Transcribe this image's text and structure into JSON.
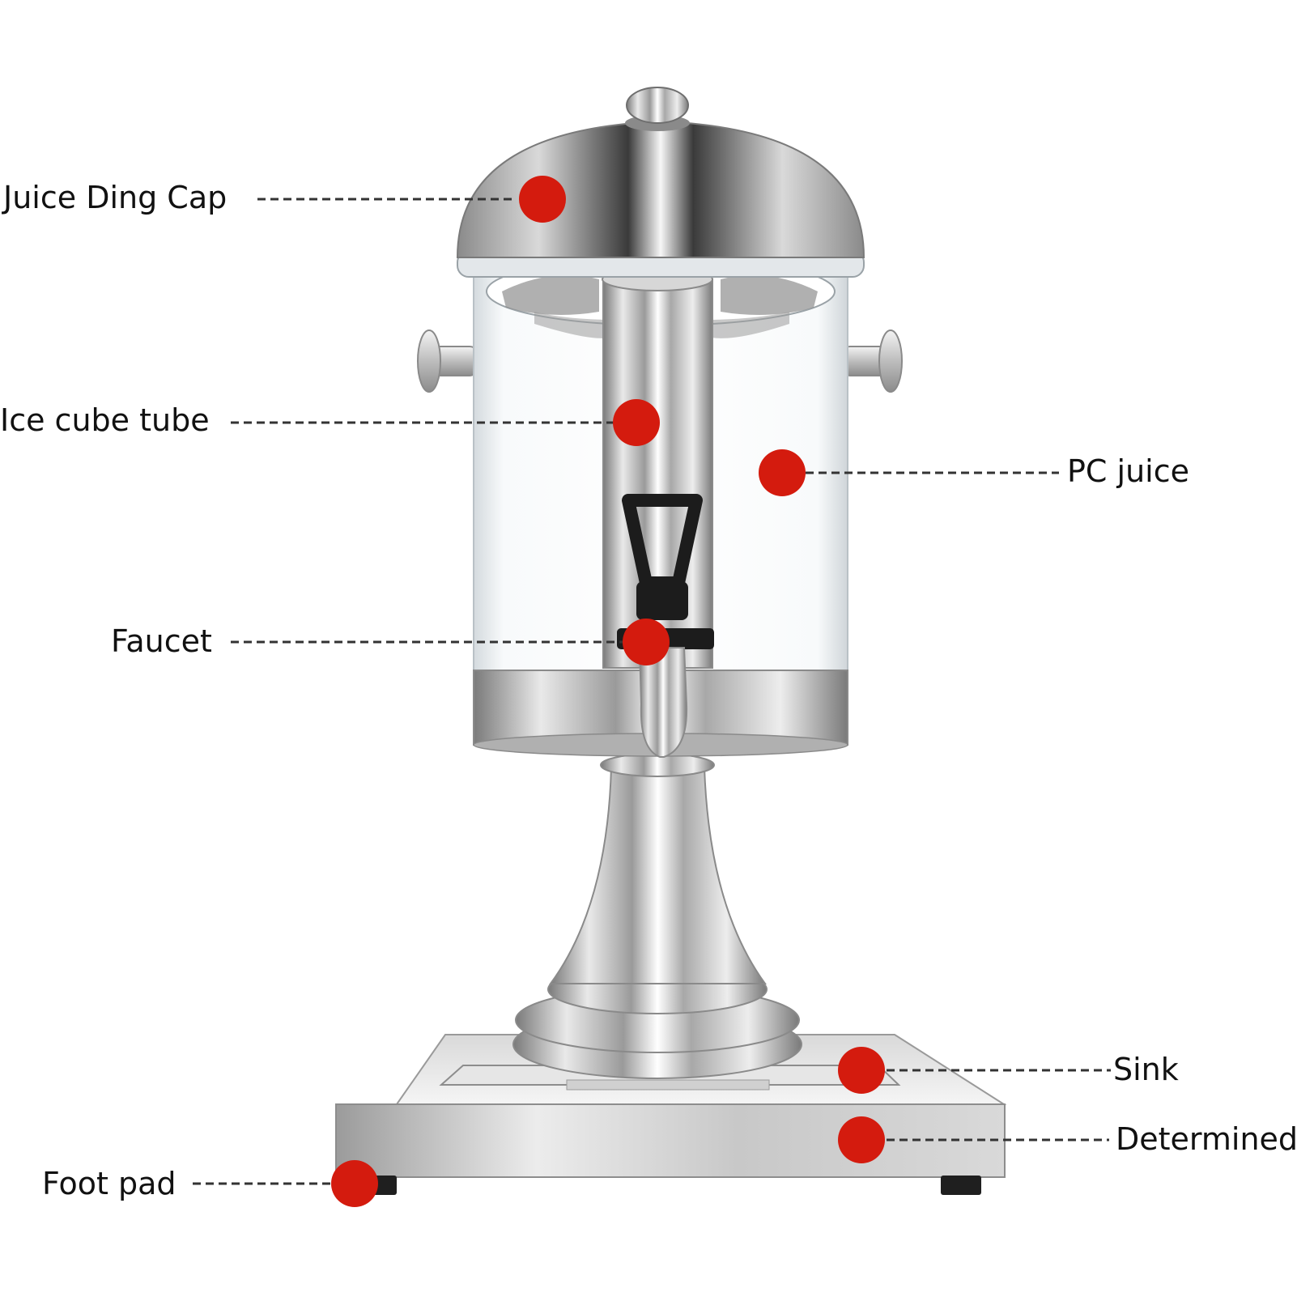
{
  "labels": {
    "juice_ding_cap": "Juice Ding Cap",
    "ice_cube_tube": "Ice cube tube",
    "pc_juice": "PC juice",
    "faucet": "Faucet",
    "sink": "Sink",
    "determined": "Determined",
    "foot_pad": "Foot pad"
  },
  "colors": {
    "marker": "#d41b0e",
    "leader_line": "#333333",
    "steel_light": "#f2f2f2",
    "steel_mid": "#c4c4c4",
    "steel_dark": "#6e6e6e",
    "knob_black": "#1c1c1c"
  }
}
